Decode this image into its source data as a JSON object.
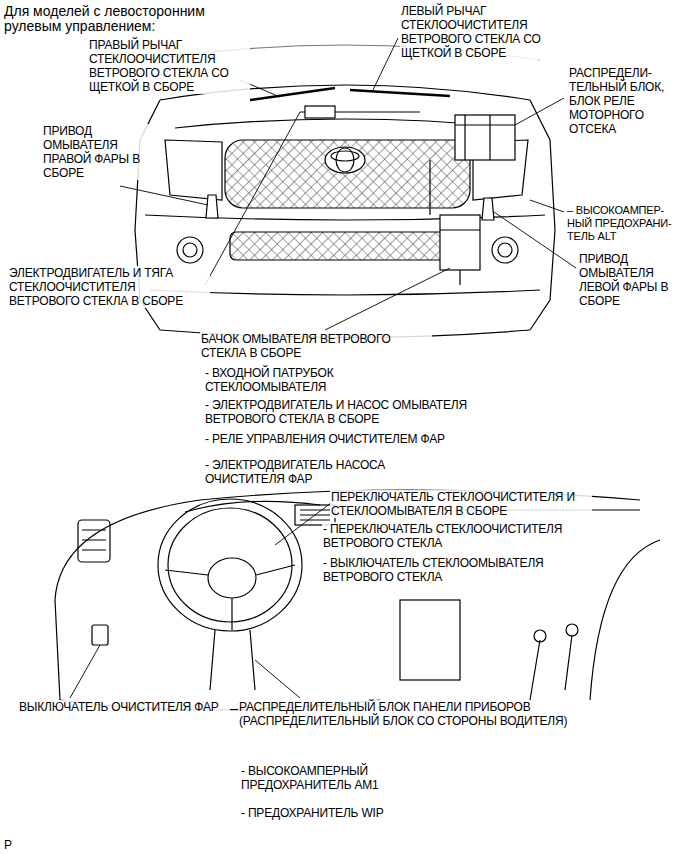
{
  "diagram": {
    "title": "Для моделей с левосторонним рулевым управлением:",
    "labels": [
      "ПРАВЫЙ РЫЧАГ СТЕКЛООЧИСТИТЕЛЯ ВЕТРОВОГО СТЕКЛА СО ЩЕТКОЙ В СБОРЕ",
      "ЛЕВЫЙ РЫЧАГ СТЕКЛООЧИСТИТЕЛЯ ВЕТРОВОГО СТЕКЛА СО ЩЕТКОЙ В СБОРЕ",
      "РАСПРЕДЕЛИ- ТЕЛЬНЫЙ БЛОК, БЛОК РЕЛЕ МОТОРНОГО ОТСЕКА",
      "ПРИВОД ОМЫВАТЕЛЯ ПРАВОЙ ФАРЫ В СБОРЕ",
      "– ВЫСОКОАМПЕР- НЫЙ ПРЕДОХРАНИ- ТЕЛЬ ALT",
      "ЭЛЕКТРОДВИГАТЕЛЬ И ТЯГА СТЕКЛООЧИСТИТЕЛЯ ВЕТРОВОГО СТЕКЛА В СБОРЕ",
      "ПРИВОД ОМЫВАТЕЛЯ ЛЕВОЙ ФАРЫ В СБОРЕ",
      "БАЧОК ОМЫВАТЕЛЯ ВЕТРОВОГО СТЕКЛА В СБОРЕ",
      "- ВХОДНОЙ ПАТРУБОК СТЕКЛООМЫВАТЕЛЯ",
      "- ЭЛЕКТРОДВИГАТЕЛЬ И НАСОС ОМЫВАТЕЛЯ ВЕТРОВОГО СТЕКЛА В СБОРЕ",
      "- РЕЛЕ УПРАВЛЕНИЯ ОЧИСТИТЕЛЕМ ФАР",
      "- ЭЛЕКТРОДВИГАТЕЛЬ НАСОСА ОЧИСТИТЕЛЯ ФАР",
      "ПЕРЕКЛЮЧАТЕЛЬ СТЕКЛООЧИСТИТЕЛЯ И СТЕКЛООМЫВАТЕЛЯ В СБОРЕ",
      "- ПЕРЕКЛЮЧАТЕЛЬ СТЕКЛООЧИСТИТЕЛЯ ВЕТРОВОГО СТЕКЛА",
      "- ВЫКЛЮЧАТЕЛЬ СТЕКЛООМЫВАТЕЛЯ ВЕТРОВОГО СТЕКЛА",
      "ВЫКЛЮЧАТЕЛЬ ОЧИСТИТЕЛЯ ФАР",
      "РАСПРЕДЕЛИТЕЛЬНЫЙ БЛОК ПАНЕЛИ ПРИБОРОВ (РАСПРЕДЕЛИТЕЛЬНЫЙ БЛОК СО СТОРОНЫ ВОДИТЕЛЯ)",
      "- ВЫСОКОАМПЕРНЫЙ ПРЕДОХРАНИТЕЛЬ AM1",
      "- ПРЕДОХРАНИТЕЛЬ WIP",
      "P"
    ]
  }
}
